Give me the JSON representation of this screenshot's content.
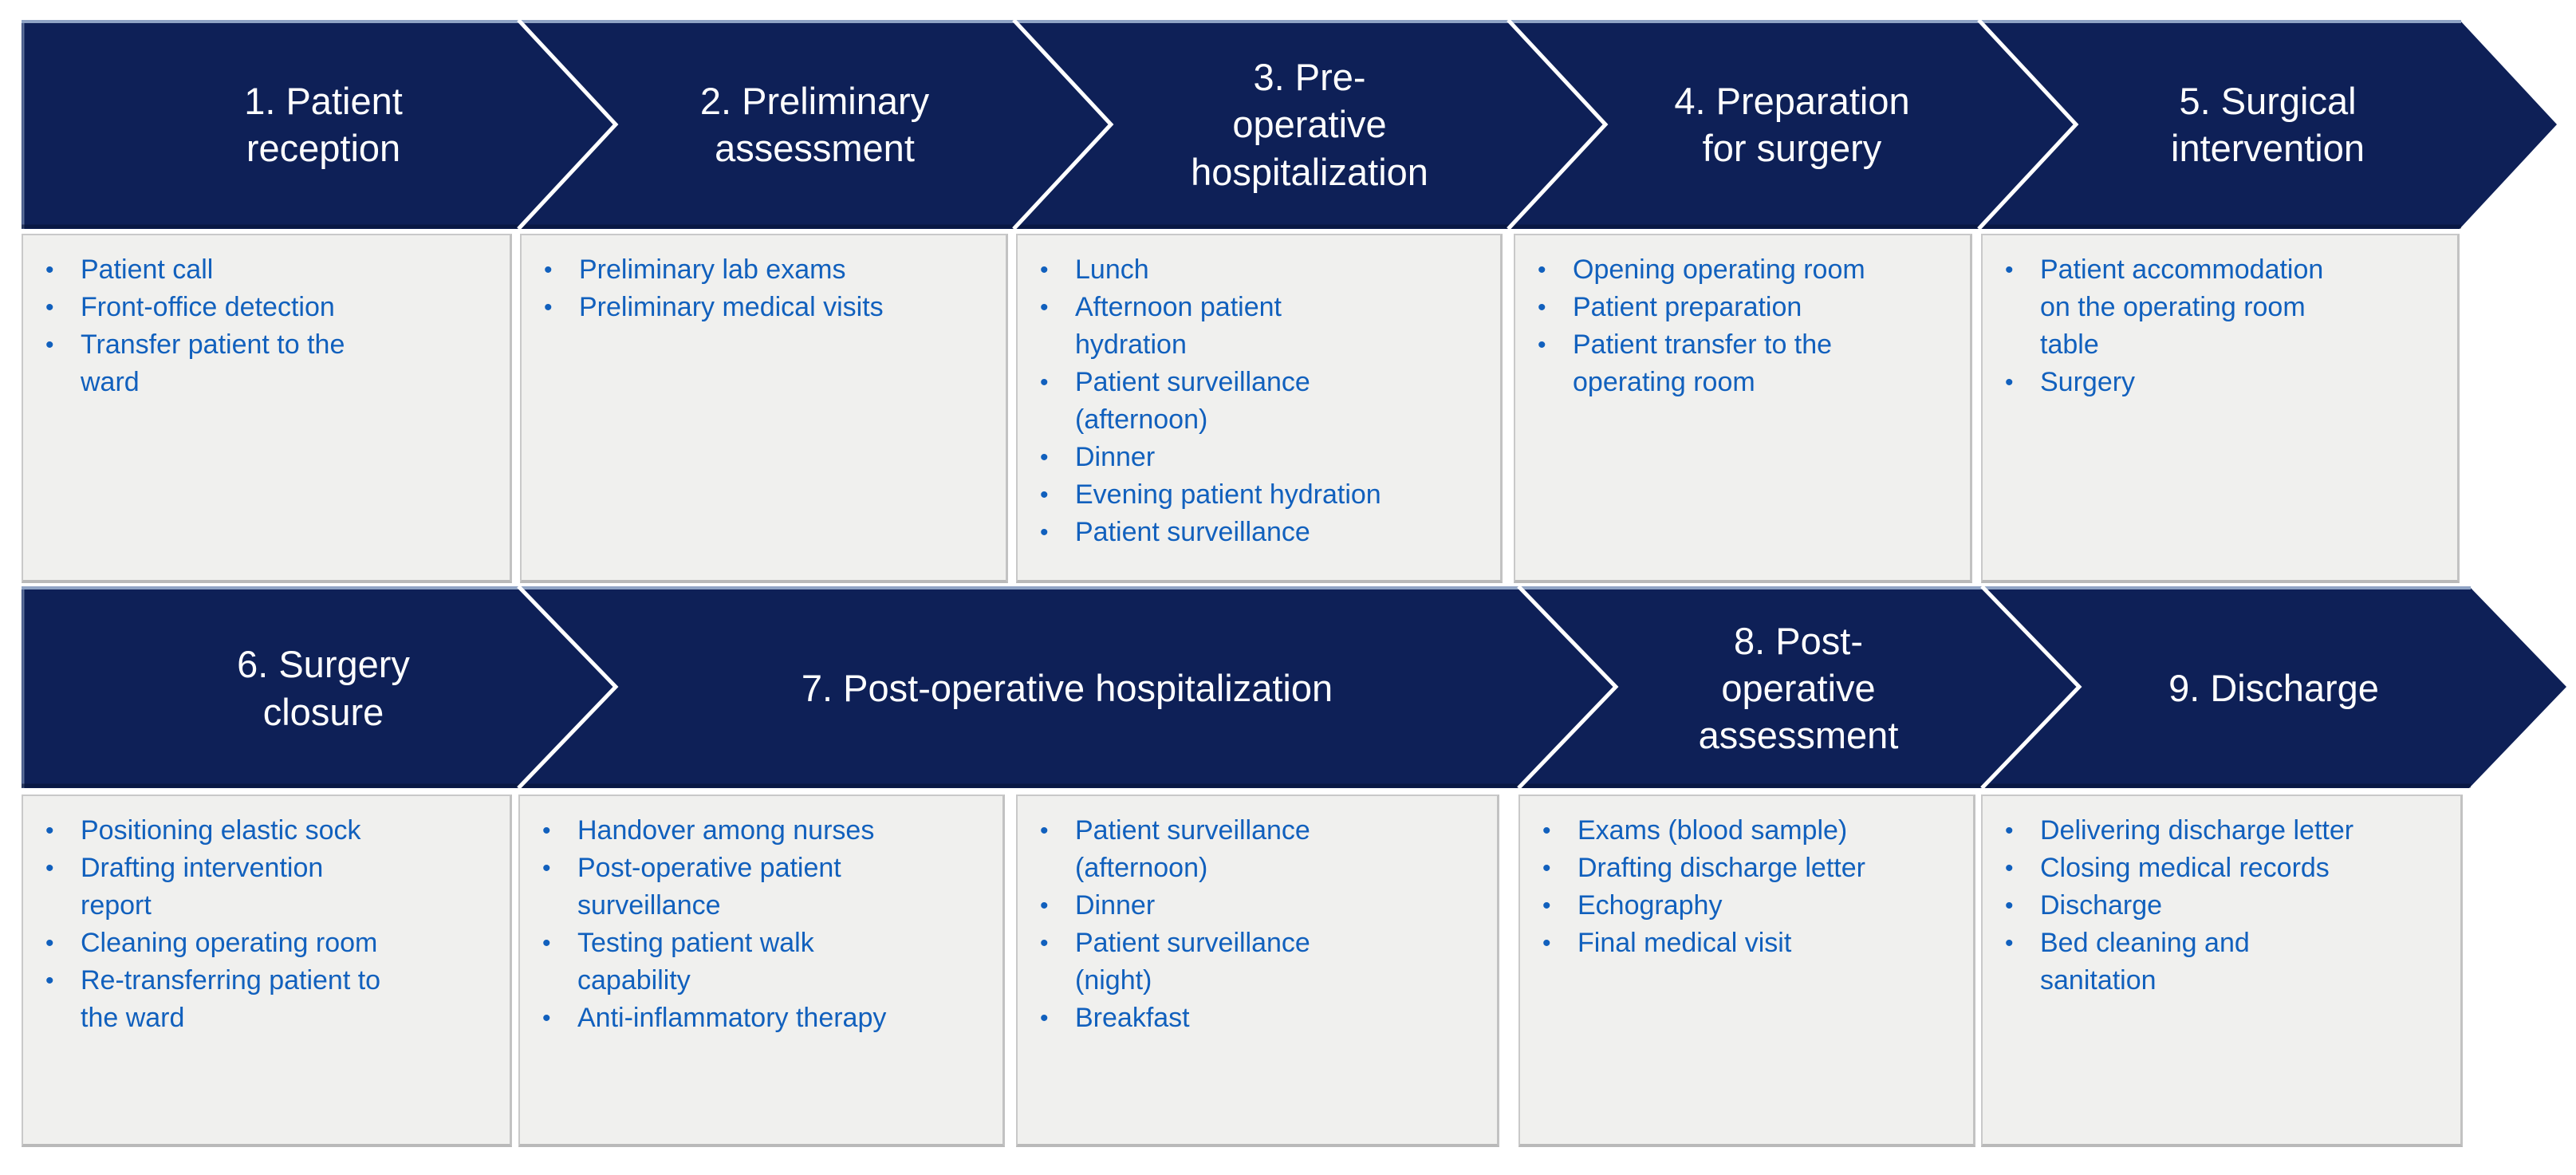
{
  "figure": {
    "type": "process-flow-diagram",
    "description": "Patient surgical pathway in nine chevron stages with activity lists"
  },
  "palette": {
    "chevron_fill": "#0e2057",
    "chevron_top_highlight": "#8fa3c4",
    "chevron_bottom_shade": "#061233",
    "separator_white": "#ffffff",
    "activity_text_blue": "#1160bd",
    "box_background": "#f0f0ee",
    "box_border": "#c9c9c9",
    "header_text": "#ffffff"
  },
  "stages": [
    {
      "label": "1. Patient\nreception",
      "bullets": [
        "Patient call",
        "Front-office detection",
        "Transfer patient to the\nward"
      ]
    },
    {
      "label": "2. Preliminary\nassessment",
      "bullets": [
        "Preliminary lab exams",
        "Preliminary medical visits"
      ]
    },
    {
      "label": "3. Pre-\noperative\nhospitalization",
      "bullets": [
        "Lunch",
        "Afternoon patient\nhydration",
        "Patient surveillance\n(afternoon)",
        "Dinner",
        "Evening patient hydration",
        "Patient surveillance"
      ]
    },
    {
      "label": "4. Preparation\nfor surgery",
      "bullets": [
        "Opening operating room",
        "Patient preparation",
        "Patient transfer to the\noperating room"
      ]
    },
    {
      "label": "5. Surgical\nintervention",
      "bullets": [
        "Patient accommodation\non the operating room\ntable",
        "Surgery"
      ]
    },
    {
      "label": "6. Surgery\nclosure",
      "bullets": [
        "Positioning elastic sock",
        "Drafting intervention\nreport",
        "Cleaning operating room",
        "Re-transferring patient to\nthe ward"
      ]
    },
    {
      "label": "7. Post-operative hospitalization",
      "bullets": [
        "Handover among nurses",
        "Post-operative patient\nsurveillance",
        "Testing patient walk\ncapability",
        "Anti-inflammatory therapy"
      ],
      "bullets2": [
        "Patient surveillance\n(afternoon)",
        "Dinner",
        "Patient surveillance\n(night)",
        "Breakfast"
      ]
    },
    {
      "label": "8. Post-\noperative\nassessment",
      "bullets": [
        "Exams (blood sample)",
        "Drafting discharge letter",
        "Echography",
        "Final medical visit"
      ]
    },
    {
      "label": "9. Discharge",
      "bullets": [
        "Delivering discharge letter",
        "Closing medical records",
        "Discharge",
        "Bed cleaning and\nsanitation"
      ]
    }
  ]
}
